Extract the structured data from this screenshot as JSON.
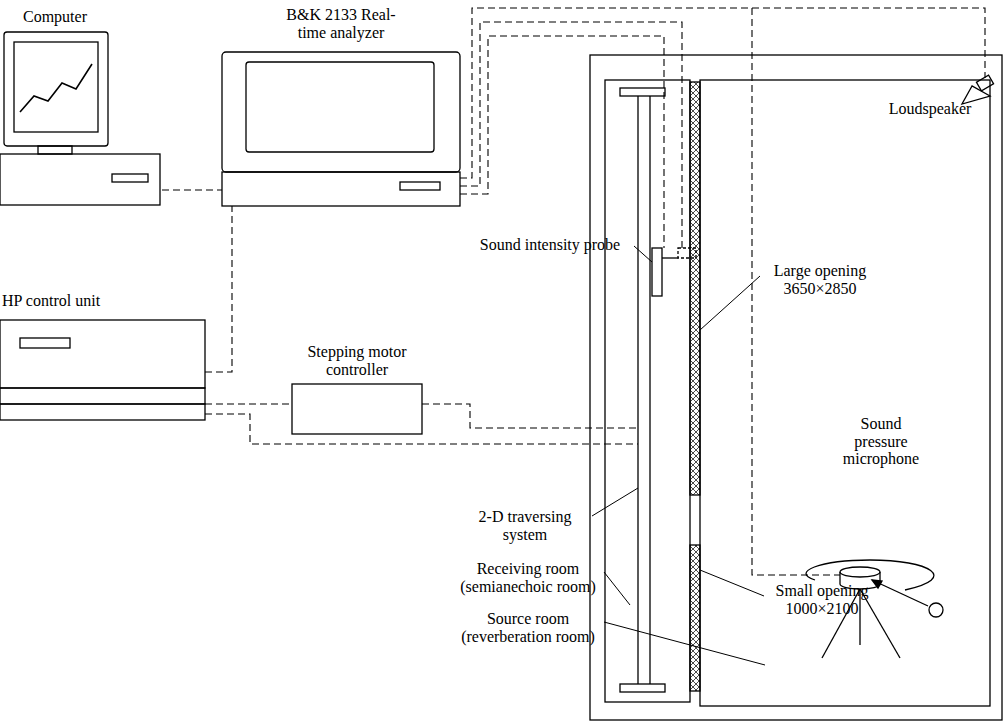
{
  "diagram": {
    "nodes": [
      {
        "text": [
          "Computer"
        ]
      },
      {
        "text": [
          "B&K 2133 Real-time analyzer"
        ]
      },
      {
        "text": [
          "HP control unit"
        ]
      },
      {
        "text": [
          "Stepping motor controller"
        ]
      }
    ],
    "edges": [
      {
        "from": 0,
        "to": 1,
        "arrow": "none"
      },
      {
        "from": 2,
        "to": 1,
        "arrow": "none"
      },
      {
        "from": 2,
        "to": 3,
        "arrow": "none"
      }
    ],
    "labels": [
      "Loudspeaker",
      "Sound intensity probe",
      "Large opening 3650×2850",
      "Sound pressure microphone",
      "2-D traversing system",
      "Receiving room (semianechoic room)",
      "Small opening 1000×2100",
      "Source room (reverberation room)"
    ]
  }
}
